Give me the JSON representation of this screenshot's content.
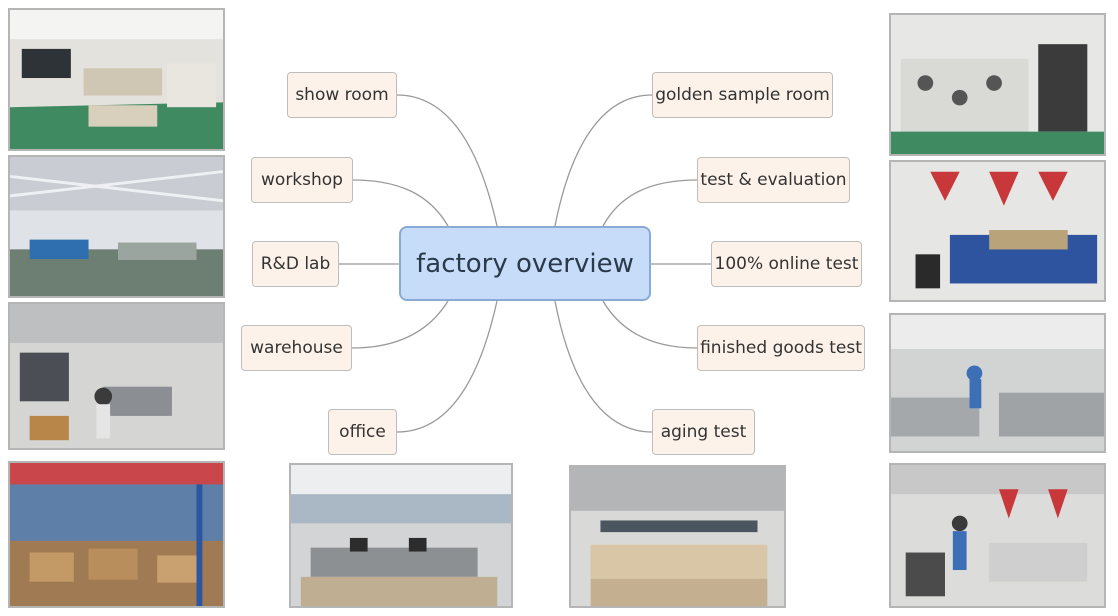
{
  "center": {
    "label": "factory overview",
    "fill": "#c6dcf8",
    "border": "#8aaad6"
  },
  "branches": {
    "left": [
      "show room",
      "workshop",
      "R&D lab",
      "warehouse",
      "office"
    ],
    "right": [
      "golden sample room",
      "test & evaluation",
      "100% online test",
      "finished goods test",
      "aging test"
    ]
  },
  "node_fill": "#fdf2e9",
  "connector_color": "#9a9a9a"
}
